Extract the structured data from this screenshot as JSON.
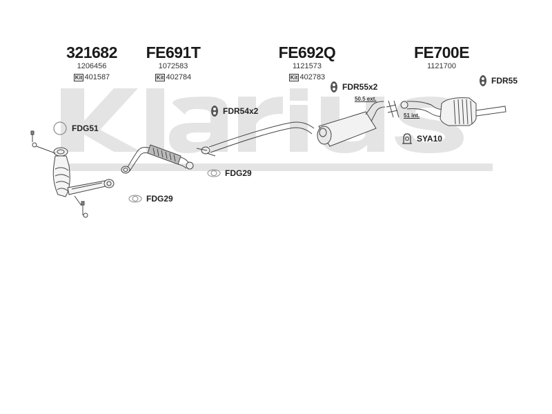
{
  "brand_watermark": "Klarius",
  "parts": [
    {
      "code": "321682",
      "oe_number": "1206456",
      "kit_number": "401587"
    },
    {
      "code": "FE691T",
      "oe_number": "1072583",
      "kit_number": "402784"
    },
    {
      "code": "FE692Q",
      "oe_number": "1121573",
      "kit_number": "402783"
    },
    {
      "code": "FE700E",
      "oe_number": "1121700",
      "kit_number": null
    }
  ],
  "kit_icon_label": "Kit",
  "accessories": [
    {
      "code": "FDG51",
      "icon": "ring-gasket-icon"
    },
    {
      "code": "FDG29",
      "icon": "flange-gasket-icon"
    },
    {
      "code": "FDR54x2",
      "icon": "rubber-mount-icon"
    },
    {
      "code": "FDG29",
      "icon": "flange-gasket-icon"
    },
    {
      "code": "FDR55x2",
      "icon": "rubber-mount-icon"
    },
    {
      "code": "FDR55",
      "icon": "rubber-mount-icon"
    },
    {
      "code": "SYA10",
      "icon": "clamp-icon"
    }
  ],
  "dimensions": {
    "external": "50.5 ext.",
    "internal": "51 int."
  }
}
